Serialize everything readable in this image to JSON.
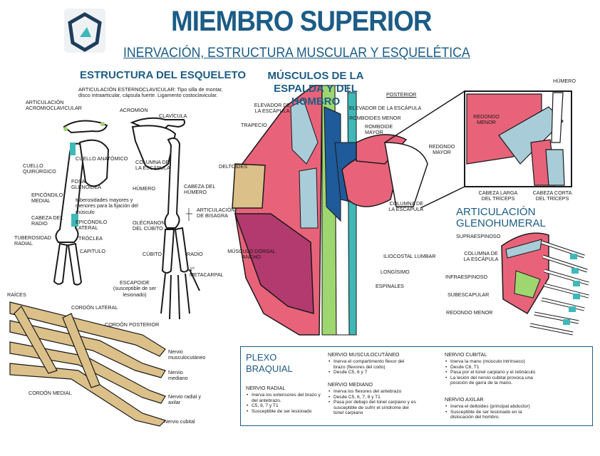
{
  "header": {
    "title": "MIEMBRO SUPERIOR",
    "subtitle": "INERVACIÓN, ESTRUCTURA MUSCULAR Y ESQUELÉTICA",
    "logo_icon": "shield-logo-icon"
  },
  "skeleton": {
    "heading": "ESTRUCTURA DEL ESQUELETO",
    "note": "ARTICULACIÓN ESTERNOCLAVICULAR: Tipo silla de montar, disco intraarticular, cápsula fuerte. Ligamento costoclavicular.",
    "labels": {
      "acromioclavicular": "ARTICULACIÓN ACROMIOCLAVICULAR",
      "acromion": "ACROMION",
      "clavicula": "CLAVÍCULA",
      "cuello_anatomico": "CUELLO ANATÓMICO",
      "cuello_quirurgico": "CUELLO QUIRÚRGICO",
      "columna_escapula": "COLUMNA DE LA ESCÁPULA",
      "fosa_glenoidea": "FOSA GLENOIDEA",
      "cabeza_humero": "CABEZA DEL HÚMERO",
      "humero": "HÚMERO",
      "epicondilo_medial": "EPICÓNDILO MEDIAL",
      "tuberosidades": "tuberosidades mayores y menores para la fijación del músculo",
      "articulacion_bisagra": "ARTICULACIÓN DE BISAGRA",
      "cabeza_radio": "CABEZA DEL RADIO",
      "epicondilo_lateral": "EPICÓNDILO LATERAL",
      "olecranon": "OLÉCRANON DEL CÚBITO",
      "tuberosidad_radial": "TUBEROSIDAD RADIAL",
      "troclea": "TRÓCLEA",
      "capitulo": "CAPITULO",
      "cubito": "CÚBITO",
      "radio": "RADIO",
      "metacarpal": "1º METACARPAL",
      "escapoide": "ESCAPOIDE (susceptible de ser lesionado)"
    }
  },
  "muscles": {
    "heading": "MÚSCULOS DE LA ESPALDA Y DEL HOMBRO",
    "posterior": "POSTERIOR",
    "labels": {
      "elevador_izq": "ELEVADOR DE LA ESCÁPULA",
      "trapecio": "TRAPECIO",
      "deltoides": "DELTOIDES",
      "dorsal_ancho": "MÚSCULO DORSAL ANCHO",
      "elevador_der": "ELEVADOR DE LA ESCÁPULA",
      "romboides_menor": "ROMBOIDES MENOR",
      "romboide_mayor": "ROMBOIDE MAYOR",
      "columna_escapula": "COLUMNA DE LA ESCÁPULA",
      "iliocostal": "ILIOCOSTAL LUMBAR",
      "longisimo": "LONGÍSIMO",
      "espinales": "ESPINALES"
    }
  },
  "inset": {
    "labels": {
      "humero": "HÚMERO",
      "redondo_menor": "REDONDO MENOR",
      "redondo_mayor": "REDONDO MAYOR",
      "cabeza_larga": "CABEZA LARGA DEL TRÍCEPS",
      "cabeza_corta": "CABEZA CORTA DEL TRÍCEPS"
    }
  },
  "glenohumeral": {
    "heading": "ARTICULACIÓN GLENOHUMERAL",
    "labels": {
      "supraespinoso": "SUPRAESPINOSO",
      "columna_escapula": "COLUMNA DE LA ESCÁPULA",
      "infraespinoso": "INFRAESPINOSO",
      "subescapular": "SUBESCAPULAR",
      "redondo_menor": "REDONDO MENOR"
    }
  },
  "plexus": {
    "labels": {
      "raices": "RAÍCES",
      "cordon_lateral": "CORDÓN LATERAL",
      "cordon_posterior": "CORDÓN POSTERIOR",
      "cordon_medial": "CORDÓN MEDIAL",
      "musculocutaneo": "Nervio musculocutáneo",
      "mediano": "Nervio mediano",
      "radial_axilar": "Nervio radial y axilar",
      "cubital": "Nervio cubital"
    }
  },
  "info_box": {
    "title": "PLEXO BRAQUIAL",
    "radial": {
      "heading": "NERVIO RADIAL",
      "items": [
        "Inerva los extensores del brazo y del antebrazo.",
        "C5, 6, 7 y T1",
        "Susceptible de ser lesionado"
      ]
    },
    "musculocutaneo": {
      "heading": "NERVIO MUSCULOCUTÁNEO",
      "items": [
        "Inerva el compartimento flexor del brazo (flexores del codo)",
        "Desde C5, 6 y 7"
      ]
    },
    "mediano": {
      "heading": "NERVIO MEDIANO",
      "items": [
        "Inerva los flexores del antebrazo",
        "Desde C5, 6, 7, 8 y T1",
        "Pasa por debajo del túnel carpiano y es susceptible de sufrir el síndrome del túnel carpiano"
      ]
    },
    "cubital": {
      "heading": "NERVIO CUBITAL",
      "items": [
        "Inerva la mano (músculo intrínseco)",
        "Desde C8, T1",
        "Pasa por el túnel carpiano y el retináculo",
        "La lesión del nervio cubital provoca una posición de garra de la mano."
      ]
    },
    "axilar": {
      "heading": "NERVIO AXILAR",
      "items": [
        "Inerva el deltoides (principal abductor)",
        "Susceptible de ser lesionado en la dislocación del hombro."
      ]
    }
  },
  "colors": {
    "accent": "#1c5c86",
    "muscle_pink": "#e8637a",
    "muscle_magenta": "#b23a6e",
    "bone_blue": "#a9cdd8",
    "nerve_tan": "#dcc089",
    "green": "#9ed66f",
    "navy": "#1f5a9a",
    "teal": "#3fb8b8"
  }
}
